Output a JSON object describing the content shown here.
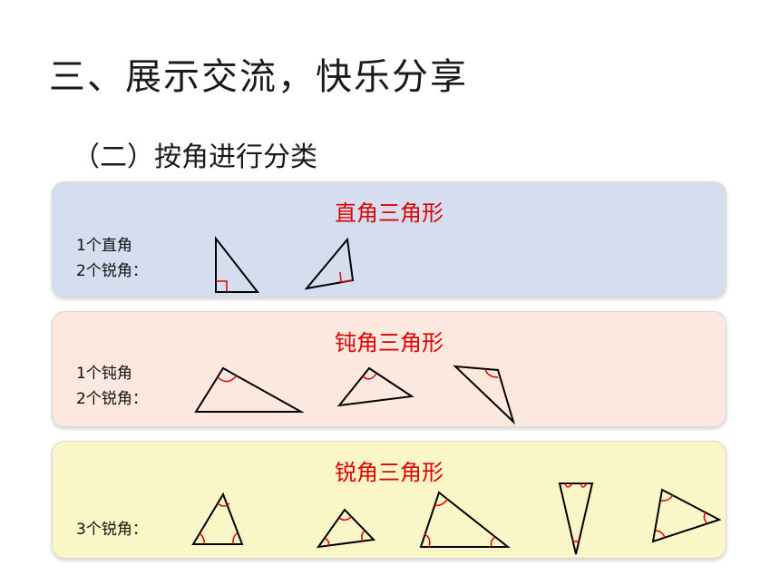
{
  "slide": {
    "title": "三、展示交流，快乐分享",
    "subtitle": "（二）按角进行分类"
  },
  "panels": {
    "right": {
      "title": "直角三角形",
      "line1": "1个直角",
      "line2": "2个锐角：",
      "background": "#d4deef"
    },
    "obtuse": {
      "title": "钝角三角形",
      "line1": "1个钝角",
      "line2": "2个锐角：",
      "background": "#fce8df"
    },
    "acute": {
      "title": "锐角三角形",
      "line1": "3个锐角：",
      "background": "#fbf6c8"
    }
  },
  "colors": {
    "accent_red": "#e00000"
  }
}
